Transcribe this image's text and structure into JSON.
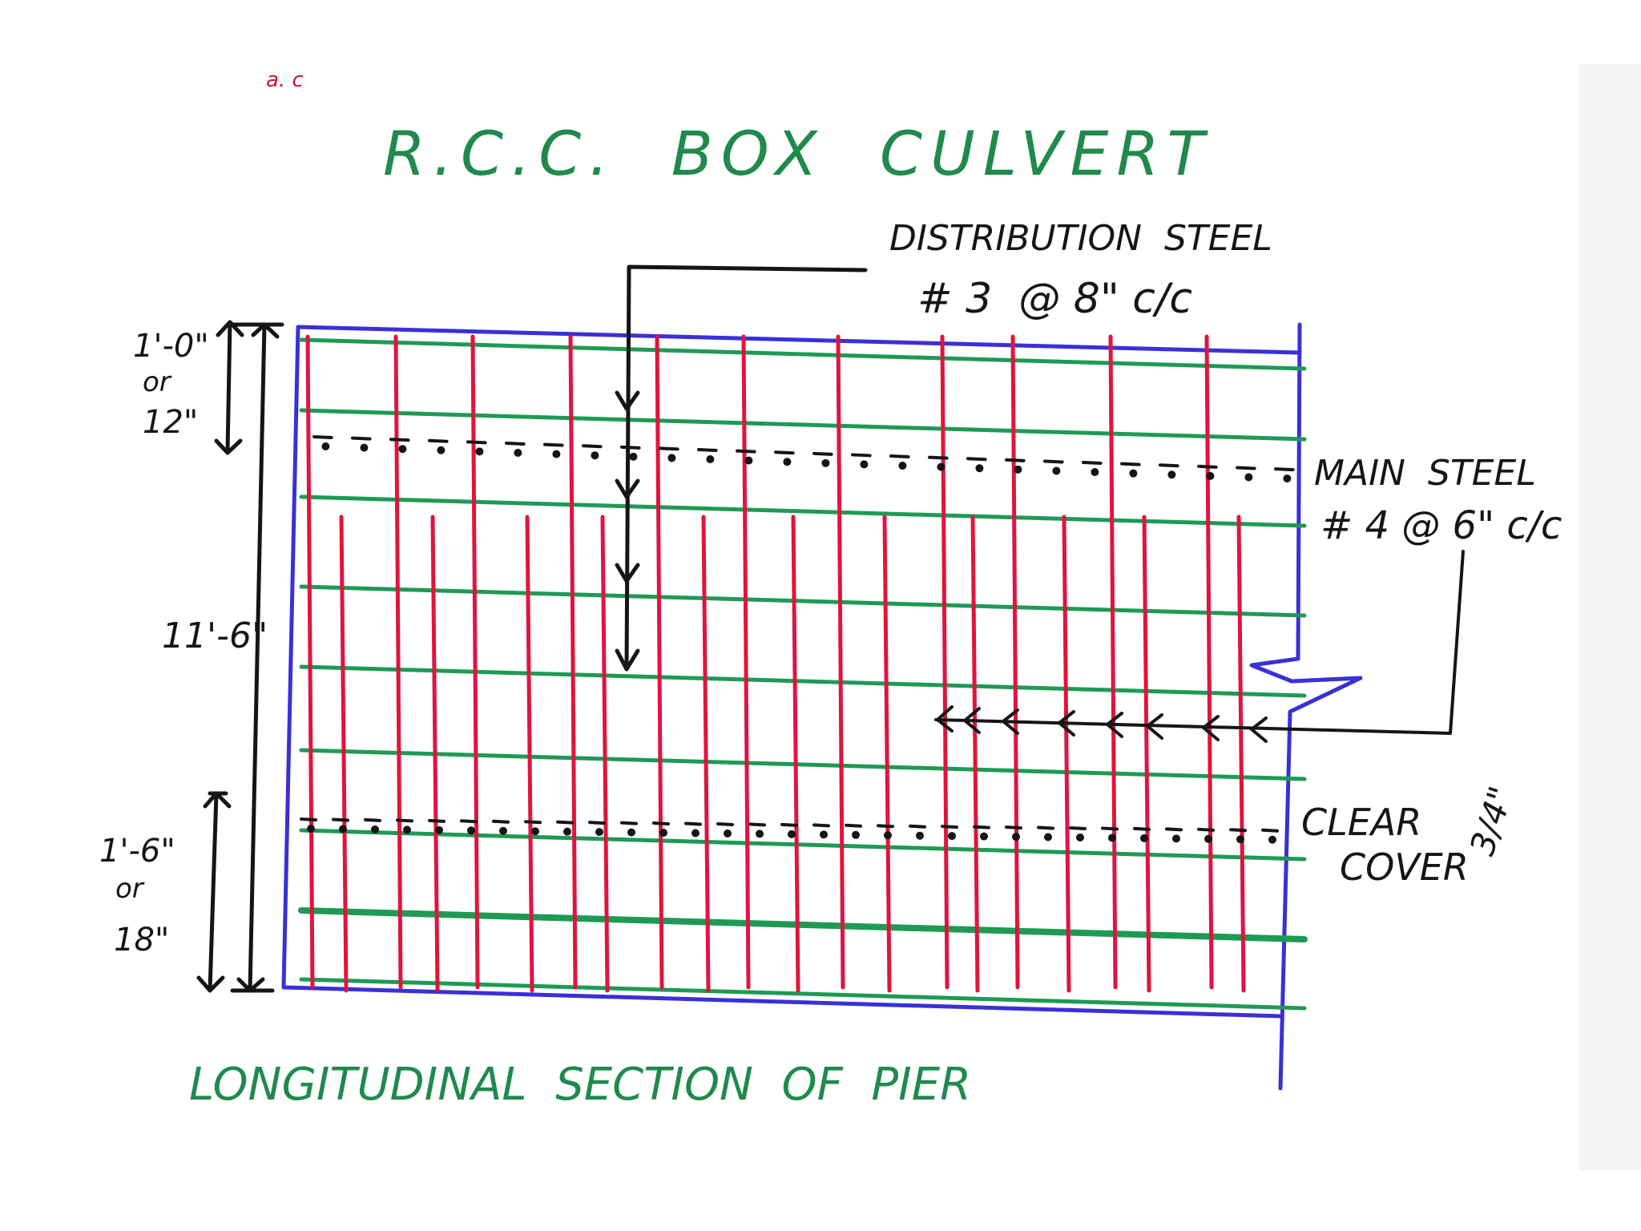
{
  "title": "R.C.C.  BOX  CULVERT",
  "subtitle": "LONGITUDINAL  SECTION  OF  PIER",
  "corner_mark": "a. c",
  "labels": {
    "distribution_line1": "DISTRIBUTION  STEEL",
    "distribution_line2": "# 3  @ 8\" c/c",
    "main_line1": "MAIN  STEEL",
    "main_line2": "# 4 @ 6\" c/c",
    "clear_line1": "CLEAR",
    "clear_line2": "COVER",
    "clear_value": "3/4\""
  },
  "dimensions": {
    "top": [
      "1'-0\"",
      "or",
      "12\""
    ],
    "total": "11'-6\"",
    "bottom": [
      "1'-6\"",
      "or",
      "18\""
    ]
  },
  "colors": {
    "title_ink": "#1f8a4c",
    "outline": "#3a30d8",
    "main_steel": "#e0143c",
    "distribution_steel": "#1e9a55",
    "dimension_ink": "#151515"
  }
}
